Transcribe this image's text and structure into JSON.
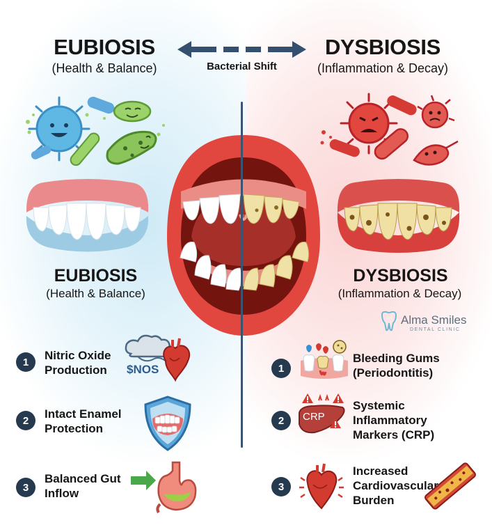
{
  "header": {
    "left_title": "EUBIOSIS",
    "left_subtitle": "(Health & Balance)",
    "right_title": "DYSBIOSIS",
    "right_subtitle": "(Inflammation & Decay)",
    "shift_label": "Bacterial Shift"
  },
  "mid": {
    "left_title": "EUBIOSIS",
    "left_subtitle": "(Health & Balance)",
    "right_title": "DYSBIOSIS",
    "right_subtitle": "(Inflammation & Decay)"
  },
  "logo": {
    "name": "Alma Smiles",
    "tagline": "DENTAL CLINIC"
  },
  "left_items": [
    {
      "num": "1",
      "line1": "Nitric Oxide",
      "line2": "Production",
      "icon_label": "$NOS",
      "icon": "cloud-heart-icon"
    },
    {
      "num": "2",
      "line1": "Intact Enamel",
      "line2": "Protection",
      "icon": "shield-teeth-icon"
    },
    {
      "num": "3",
      "line1": "Balanced Gut",
      "line2": "Inflow",
      "icon": "stomach-icon"
    }
  ],
  "right_items": [
    {
      "num": "1",
      "line1": "Bleeding Gums",
      "line2": "(Periodontitis)",
      "icon": "bleeding-gum-icon"
    },
    {
      "num": "2",
      "line1": "Systemic",
      "line2": "Inflammatory",
      "line3": "Markers (CRP)",
      "icon_label": "CRP",
      "icon": "liver-warning-icon"
    },
    {
      "num": "3",
      "line1": "Increased",
      "line2": "Cardiovascular",
      "line3": "Burden",
      "icon": "heart-artery-icon"
    }
  ],
  "colors": {
    "navy": "#25394f",
    "arrow": "#34506e",
    "healthy_blue": "#3f8fc4",
    "healthy_green": "#7ab54a",
    "unhealthy_red": "#c9302c",
    "gum_pink": "#e8787a"
  }
}
